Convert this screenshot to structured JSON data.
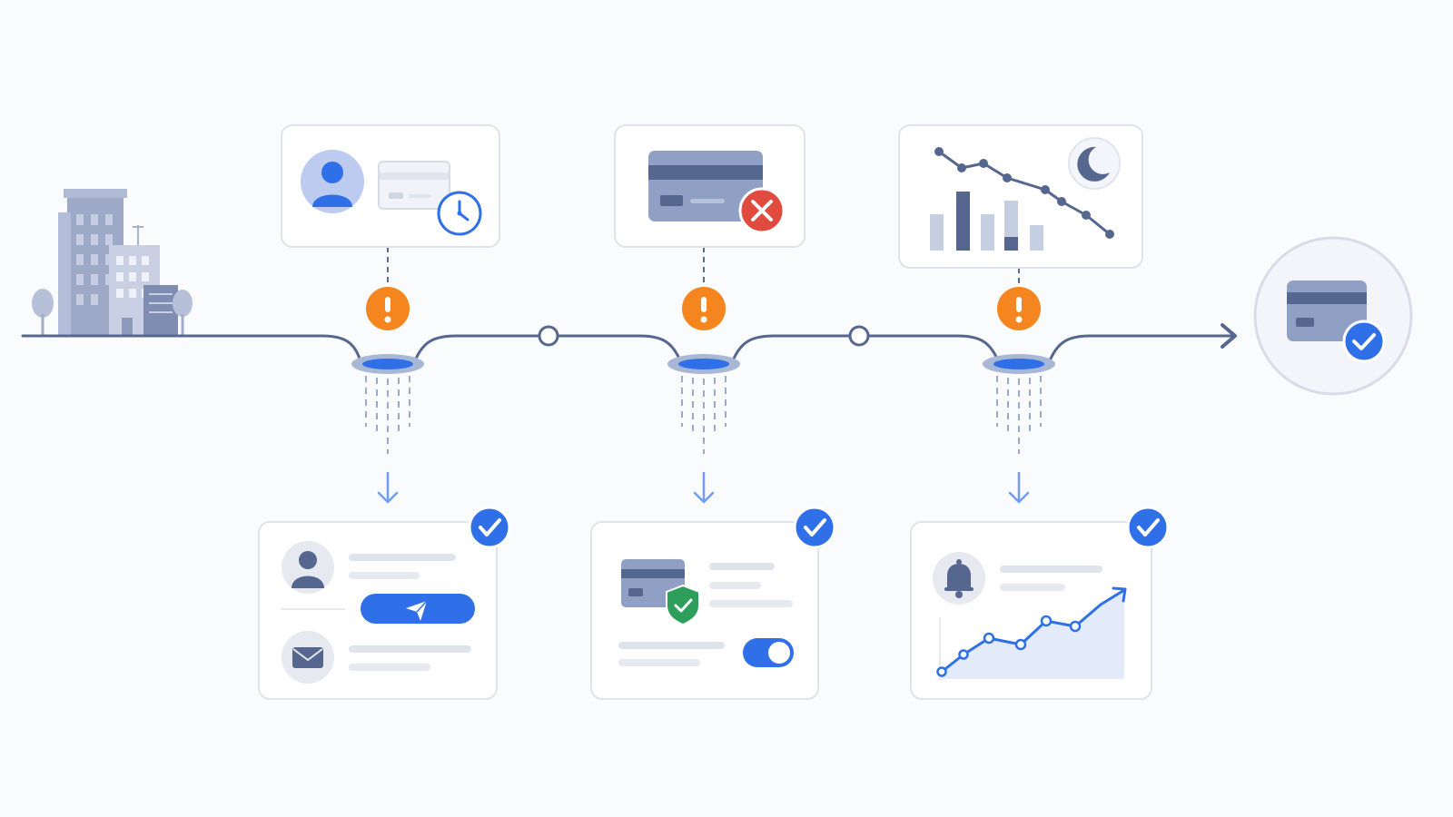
{
  "diagram": {
    "description_text": [],
    "colors": {
      "pipe": "#56678f",
      "accent_blue": "#2f6fe8",
      "warning_orange": "#f5861f",
      "error_red": "#e04a3f",
      "shield_green": "#2e9e5b",
      "card_slate": "#8fa0c4",
      "card_stripe": "#55678f",
      "box_border": "#dfe3ec",
      "box_fill": "#ffffff",
      "soft_gray": "#e6e9f0"
    },
    "icons": {
      "origin": "building-icon",
      "leak_warning": "warning-exclamation-icon",
      "leak_hole": "pipe-leak-hole-icon",
      "recovered": "checkmark-badge-icon",
      "destination": "card-success-icon"
    },
    "stages": [
      {
        "id": "stage-1",
        "issue": [
          "user-avatar-icon",
          "card-icon",
          "clock-icon"
        ],
        "recovery": [
          "user-avatar-icon",
          "send-button-icon",
          "mail-icon"
        ]
      },
      {
        "id": "stage-2",
        "issue": [
          "declined-card-icon",
          "error-x-icon"
        ],
        "recovery": [
          "card-shield-icon",
          "toggle-on-icon"
        ]
      },
      {
        "id": "stage-3",
        "issue": [
          "declining-chart-icon",
          "moon-icon"
        ],
        "recovery": [
          "bell-icon",
          "rising-chart-icon"
        ]
      }
    ]
  }
}
